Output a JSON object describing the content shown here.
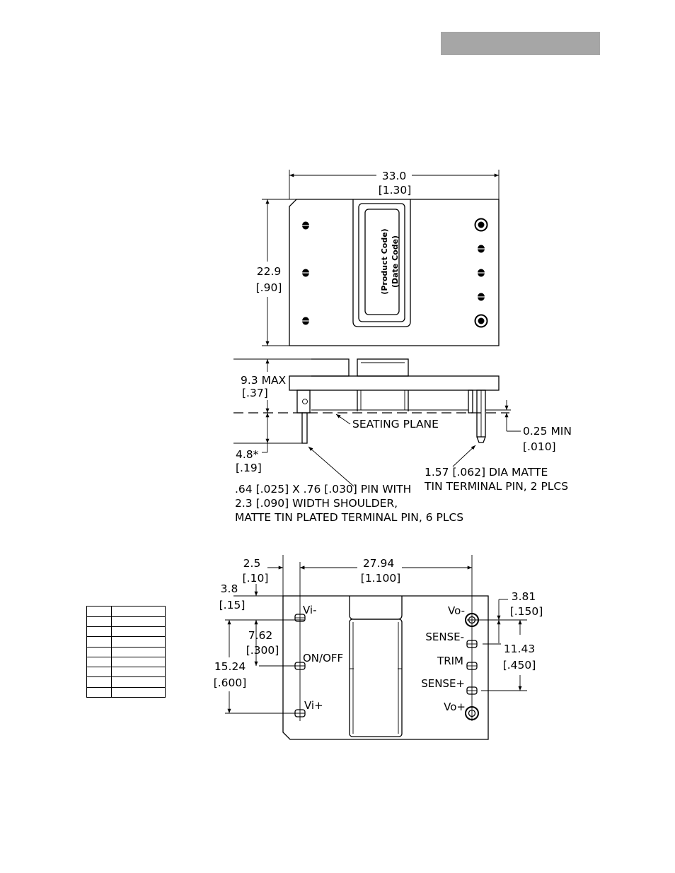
{
  "top_view": {
    "width_dim": "33.0",
    "width_dim_in": "[1.30]",
    "height_dim": "22.9",
    "height_dim_in": "[.90]",
    "label_product_code": "(Product Code)",
    "label_date_code": "(Date Code)"
  },
  "side_view": {
    "height_max": "9.3 MAX",
    "height_max_in": "[.37]",
    "seating_plane": "SEATING PLANE",
    "min_clearance": "0.25 MIN",
    "min_clearance_in": "[.010]",
    "pin_length": "4.8*",
    "pin_length_in": "[.19]",
    "large_pin_note_1": "1.57 [.062] DIA MATTE",
    "large_pin_note_2": "TIN TERMINAL PIN, 2 PLCS",
    "small_pin_note_1": ".64 [.025] X .76 [.030] PIN WITH",
    "small_pin_note_2": "2.3 [.090] WIDTH SHOULDER,",
    "small_pin_note_3": "MATTE TIN PLATED TERMINAL PIN, 6 PLCS"
  },
  "bottom_view": {
    "dim_left_offset": "2.5",
    "dim_left_offset_in": "[.10]",
    "dim_pin_span": "27.94",
    "dim_pin_span_in": "[1.100]",
    "dim_top_offset": "3.8",
    "dim_top_offset_in": "[.15]",
    "dim_vi_pitch": "7.62",
    "dim_vi_pitch_in": "[.300]",
    "dim_vi_span": "15.24",
    "dim_vi_span_in": "[.600]",
    "dim_vo_offset": "3.81",
    "dim_vo_offset_in": "[.150]",
    "dim_vo_span": "11.43",
    "dim_vo_span_in": "[.450]",
    "pins": {
      "vi_minus": "Vi-",
      "on_off": "ON/OFF",
      "vi_plus": "Vi+",
      "vo_minus": "Vo-",
      "sense_minus": "SENSE-",
      "trim": "TRIM",
      "sense_plus": "SENSE+",
      "vo_plus": "Vo+"
    }
  }
}
